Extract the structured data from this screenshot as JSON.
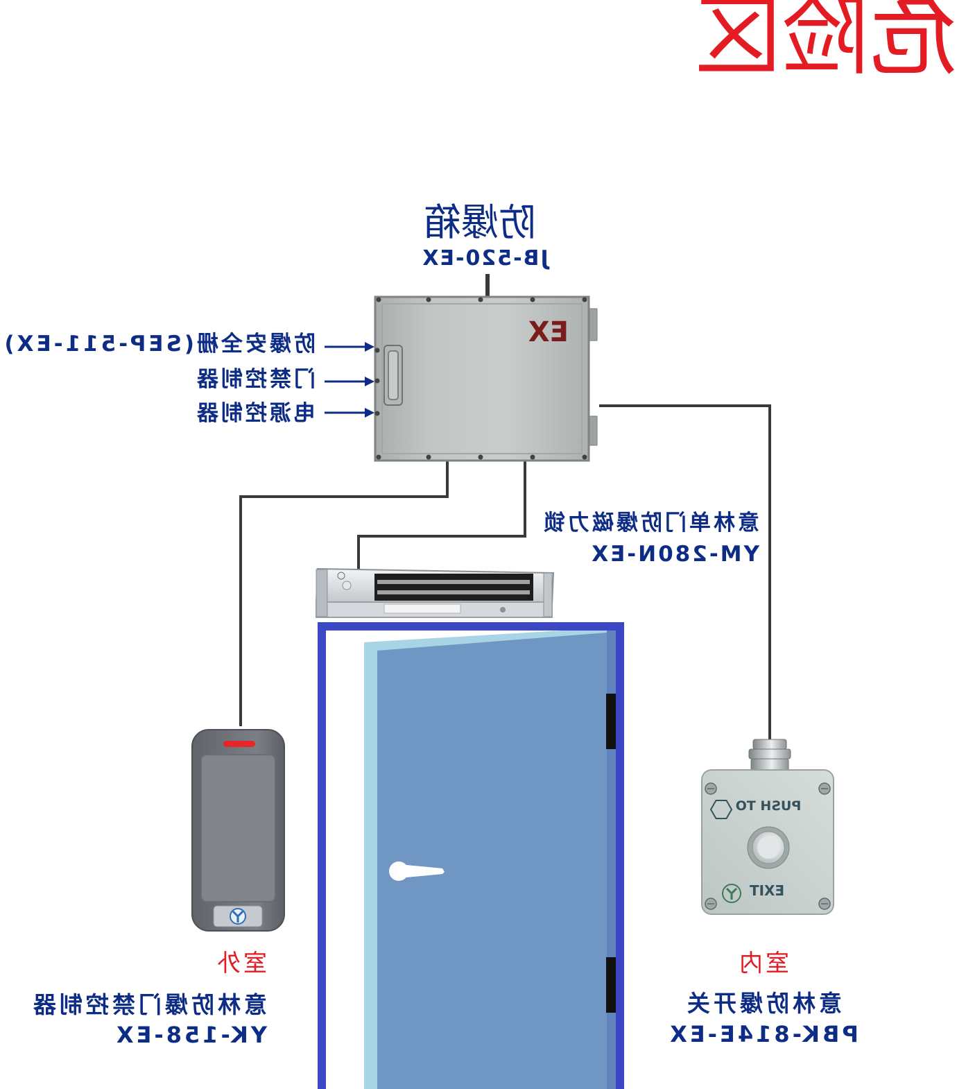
{
  "danger_zone": {
    "label": "危险区"
  },
  "junction_box": {
    "title": "防爆箱",
    "model": "JB-520-EX",
    "marking": "EX",
    "contents": [
      "防爆安全栅(SEP-511-EX)",
      "门禁控制器",
      "电源控制器"
    ]
  },
  "magnetic_lock": {
    "name": "意林单门防爆磁力锁",
    "model": "YM-280N-EX"
  },
  "card_reader": {
    "location": "室外",
    "name": "意林防爆门禁控制器",
    "model": "YK-158-EX"
  },
  "exit_button": {
    "location": "室内",
    "name": "意林防爆开关",
    "model": "PBK-814E-EX",
    "top_text": "PUSH TO",
    "bottom_text": "EXIT"
  },
  "colors": {
    "danger": "#e31b23",
    "label": "#0c2c86",
    "frame": "#3c47c6",
    "door": "#7096c4",
    "wire": "#3a3a3a"
  }
}
